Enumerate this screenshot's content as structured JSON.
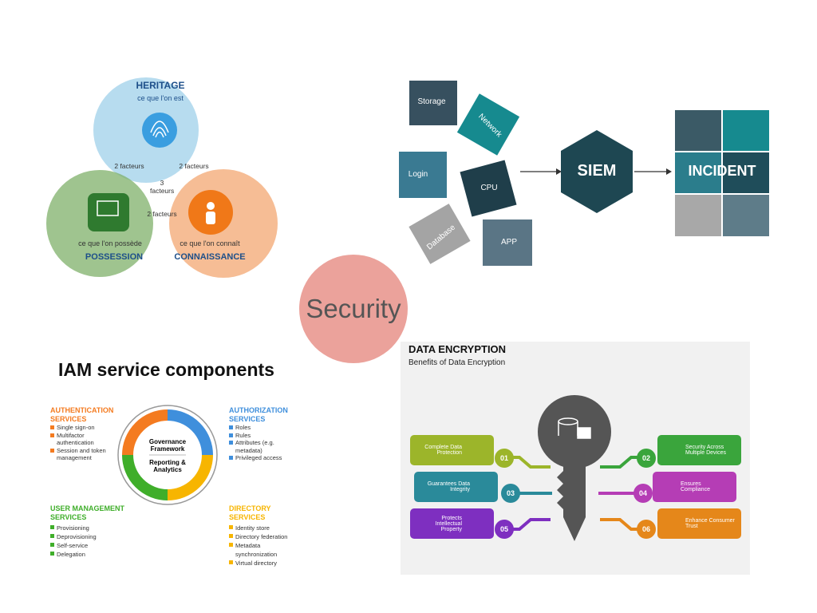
{
  "venn": {
    "heritage": "HERITAGE",
    "heritage_sub": "ce que l'on est",
    "possession": "POSSESSION",
    "possession_sub": "ce que l'on possède",
    "connaissance": "CONNAISSANCE",
    "connaissance_sub": "ce que l'on connaît",
    "two_left": "2 facteurs",
    "two_right": "2 facteurs",
    "two_bottom": "2 facteurs",
    "three": "3 facteurs"
  },
  "siem": {
    "pieces": [
      "Storage",
      "Network",
      "Login",
      "CPU",
      "Database",
      "APP"
    ],
    "hub": "SIEM",
    "result": "INCIDENT"
  },
  "center": {
    "label": "Security",
    "color": "#eba29b"
  },
  "iam": {
    "title": "IAM service components",
    "core_top": "Governance Framework",
    "core_bottom": "Reporting & Analytics",
    "authentication": {
      "title": "AUTHENTICATION SERVICES",
      "items": [
        "Single sign-on",
        "Multifactor authentication",
        "Session and token management"
      ],
      "color": "#f47b20"
    },
    "authorization": {
      "title": "AUTHORIZATION SERVICES",
      "items": [
        "Roles",
        "Rules",
        "Attributes (e.g. metadata)",
        "Privileged access"
      ],
      "color": "#3f8fdc"
    },
    "user_management": {
      "title": "USER MANAGEMENT SERVICES",
      "items": [
        "Provisioning",
        "Deprovisioning",
        "Self-service",
        "Delegation"
      ],
      "color": "#3fae2a"
    },
    "directory": {
      "title": "DIRECTORY SERVICES",
      "items": [
        "Identity store",
        "Directory federation",
        "Metadata synchronization",
        "Virtual directory"
      ],
      "color": "#f7b500"
    }
  },
  "encryption": {
    "title": "DATA ENCRYPTION",
    "subtitle": "Benefits of Data Encryption",
    "benefits": [
      {
        "num": "01",
        "label": "Complete Data Protection",
        "color": "#9cb52a"
      },
      {
        "num": "02",
        "label": "Security Across Multiple Devices",
        "color": "#3aa53c"
      },
      {
        "num": "03",
        "label": "Guarantees Data Integrity",
        "color": "#2a8a9a"
      },
      {
        "num": "04",
        "label": "Ensures Compliance",
        "color": "#b53db5"
      },
      {
        "num": "05",
        "label": "Protects Intellectual Property",
        "color": "#7e2fc0"
      },
      {
        "num": "06",
        "label": "Enhance Consumer Trust",
        "color": "#e5871a"
      }
    ]
  }
}
